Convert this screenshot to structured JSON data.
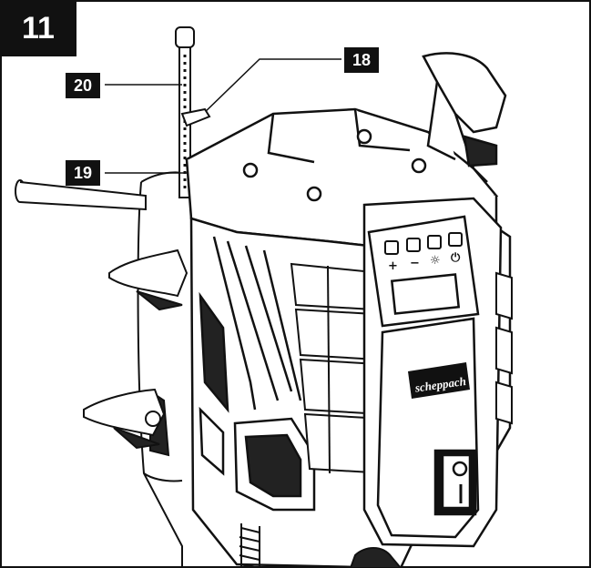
{
  "figure": {
    "number": "11"
  },
  "callouts": [
    {
      "id": "c18",
      "label": "18"
    },
    {
      "id": "c19",
      "label": "19"
    },
    {
      "id": "c20",
      "label": "20"
    }
  ],
  "device": {
    "brand": "scheppach",
    "buttons": [
      "+",
      "−",
      "☼",
      "⏻"
    ]
  },
  "colors": {
    "ink": "#111111",
    "paper": "#ffffff",
    "shade": "#222222"
  }
}
